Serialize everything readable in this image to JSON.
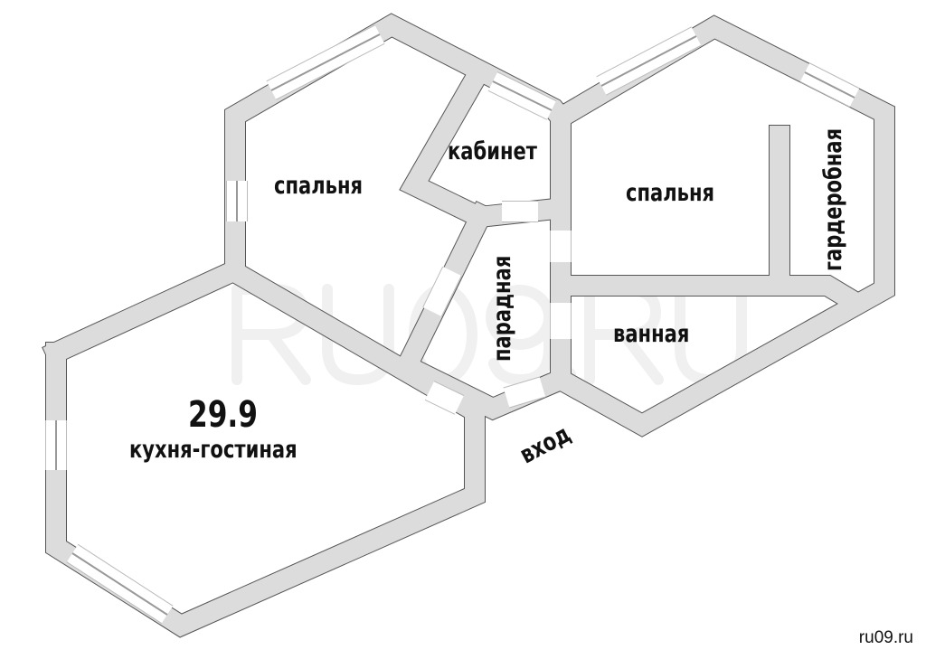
{
  "watermark": "RU09.RU",
  "rooms": {
    "bedroom_left": "спальня",
    "study": "кабинет",
    "bedroom_right": "спальня",
    "wardrobe": "гардеробная",
    "hall": "парадная",
    "bathroom": "ванная",
    "entrance": "вход",
    "kitchen_area": "29.9",
    "kitchen": "кухня-гостиная"
  },
  "footer": "ru09.ru",
  "colors": {
    "wall": "#dcdcdc",
    "outline": "#555555"
  }
}
